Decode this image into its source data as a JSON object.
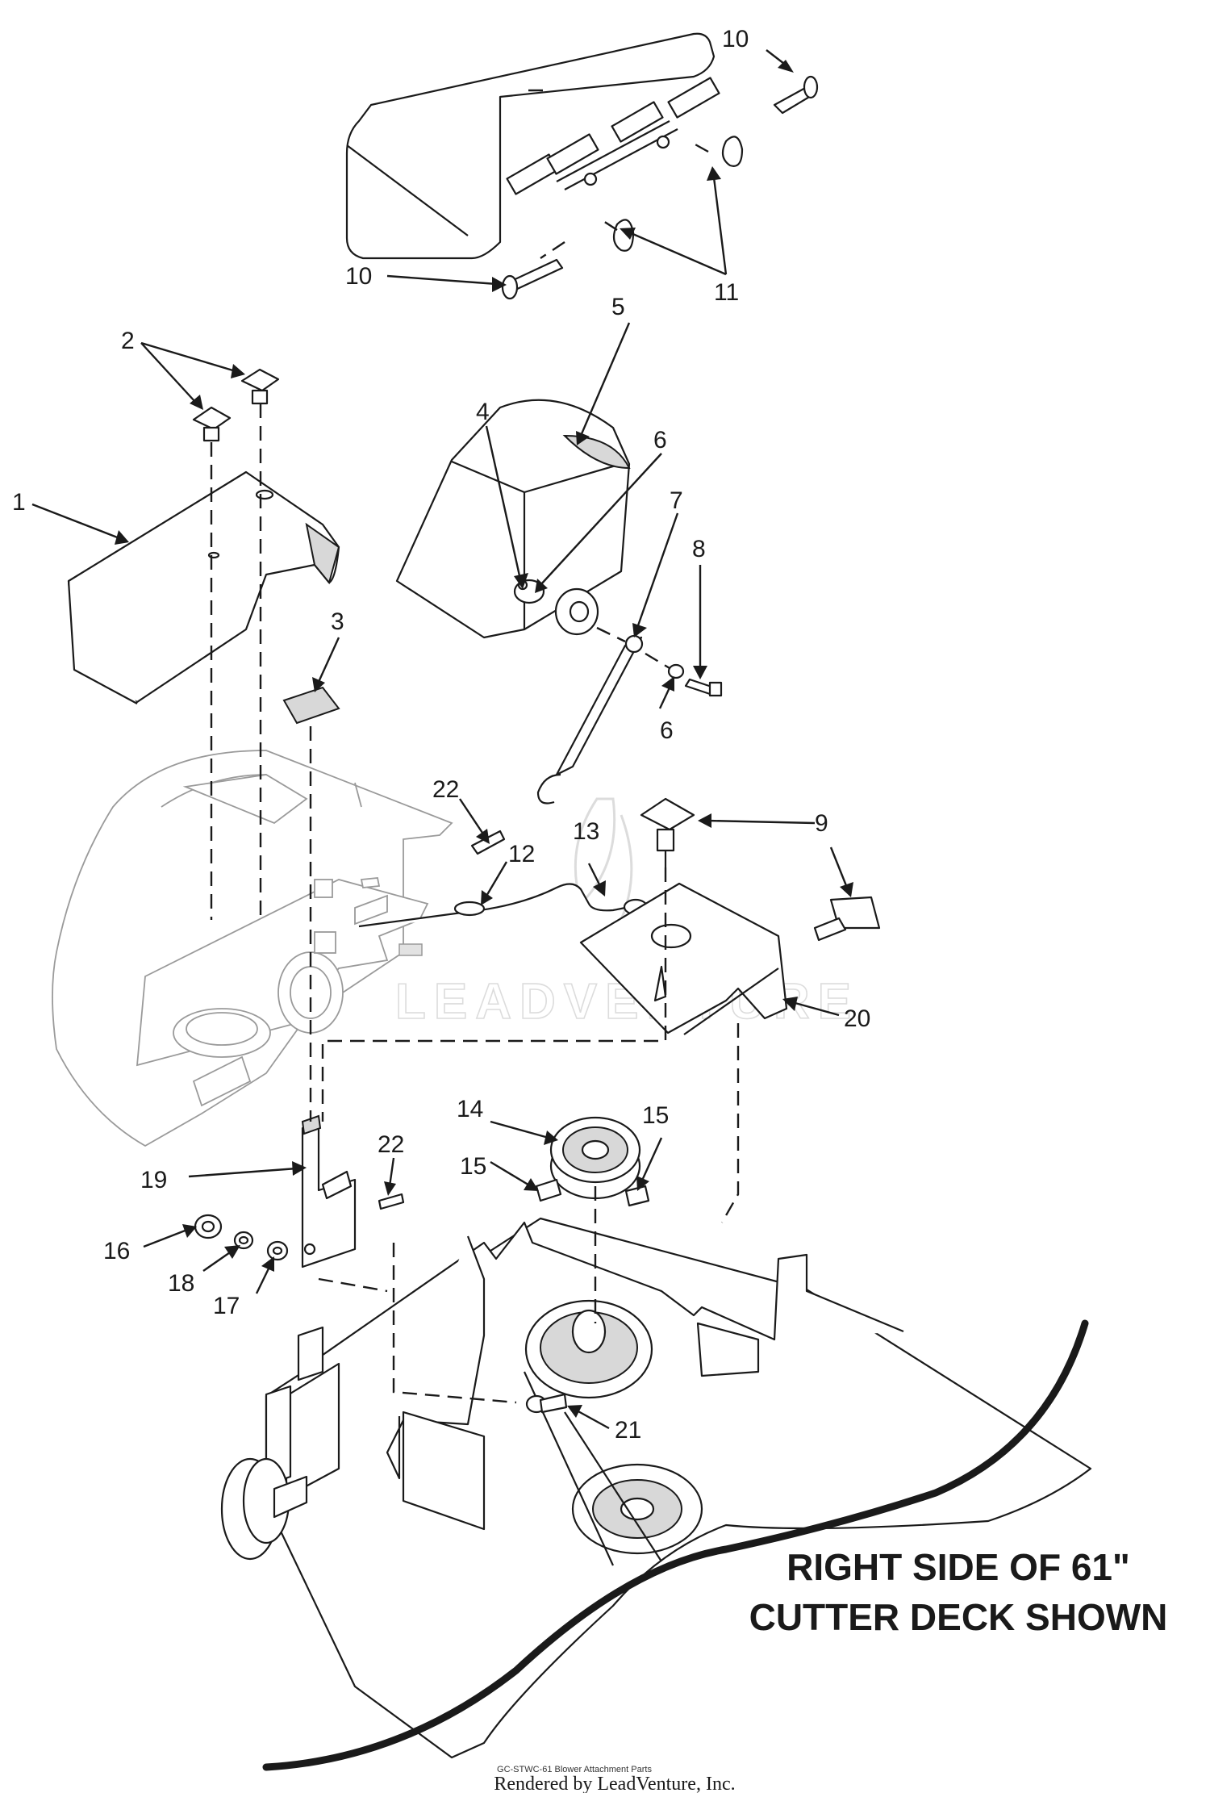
{
  "callouts": [
    {
      "id": "c1",
      "label": "1"
    },
    {
      "id": "c2",
      "label": "2"
    },
    {
      "id": "c3",
      "label": "3"
    },
    {
      "id": "c4",
      "label": "4"
    },
    {
      "id": "c5",
      "label": "5"
    },
    {
      "id": "c6a",
      "label": "6"
    },
    {
      "id": "c6b",
      "label": "6"
    },
    {
      "id": "c7",
      "label": "7"
    },
    {
      "id": "c8",
      "label": "8"
    },
    {
      "id": "c9",
      "label": "9"
    },
    {
      "id": "c10a",
      "label": "10"
    },
    {
      "id": "c10b",
      "label": "10"
    },
    {
      "id": "c11",
      "label": "11"
    },
    {
      "id": "c12",
      "label": "12"
    },
    {
      "id": "c13",
      "label": "13"
    },
    {
      "id": "c14",
      "label": "14"
    },
    {
      "id": "c15a",
      "label": "15"
    },
    {
      "id": "c15b",
      "label": "15"
    },
    {
      "id": "c16",
      "label": "16"
    },
    {
      "id": "c17",
      "label": "17"
    },
    {
      "id": "c18",
      "label": "18"
    },
    {
      "id": "c19",
      "label": "19"
    },
    {
      "id": "c20",
      "label": "20"
    },
    {
      "id": "c21",
      "label": "21"
    },
    {
      "id": "c22a",
      "label": "22"
    },
    {
      "id": "c22b",
      "label": "22"
    }
  ],
  "note": {
    "line1": "RIGHT SIDE OF 61\"",
    "line2": "CUTTER DECK SHOWN"
  },
  "watermark": "LEADVENTURE",
  "footer": {
    "diagram_name": "GC-STWC-61 Blower Attachment Parts",
    "rendered_by": "Rendered by LeadVenture, Inc."
  }
}
